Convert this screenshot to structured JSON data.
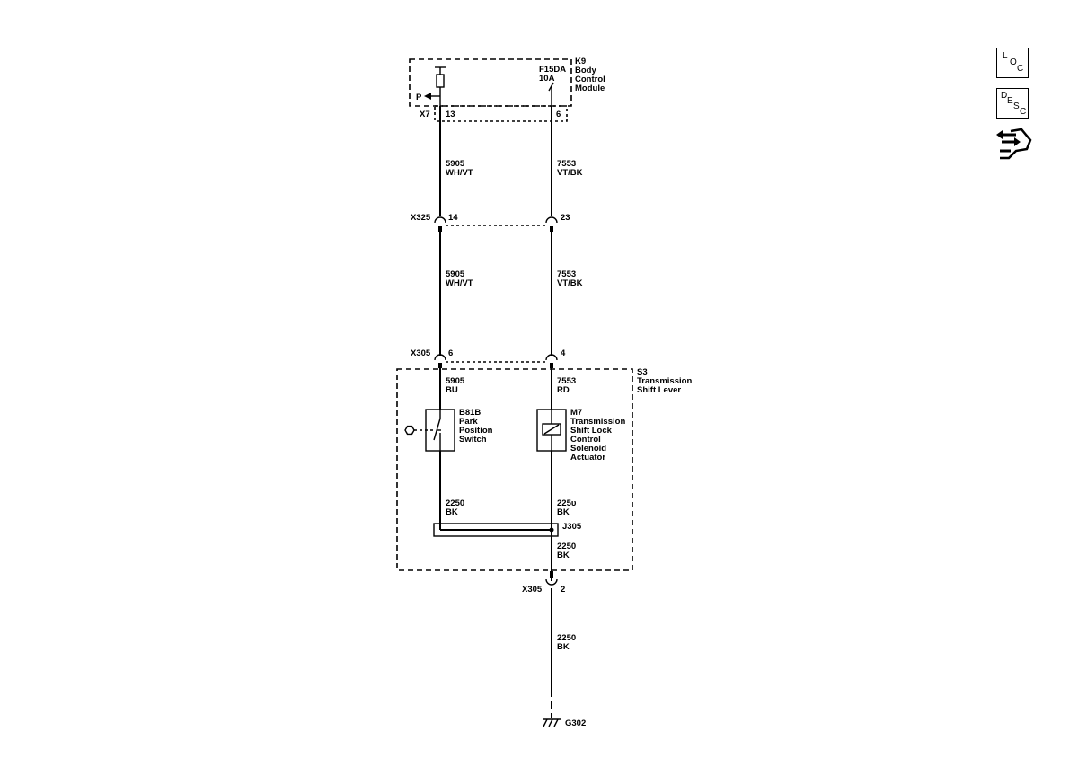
{
  "module": {
    "ref": "K9",
    "name_lines": [
      "Body",
      "Control",
      "Module"
    ],
    "fuse_ref": "F15DA",
    "fuse_rating": "10A",
    "input_label": "P",
    "connector": "X7",
    "pins": [
      "13",
      "6"
    ]
  },
  "segments": [
    {
      "left_circuit": "5905",
      "left_color": "WH/VT",
      "right_circuit": "7553",
      "right_color": "VT/BK"
    },
    {
      "left_circuit": "5905",
      "left_color": "WH/VT",
      "right_circuit": "7553",
      "right_color": "VT/BK"
    },
    {
      "left_circuit": "5905",
      "left_color": "BU",
      "right_circuit": "7553",
      "right_color": "RD"
    }
  ],
  "connectors": [
    {
      "ref": "X325",
      "left_pin": "14",
      "right_pin": "23"
    },
    {
      "ref": "X305",
      "left_pin": "6",
      "right_pin": "4"
    }
  ],
  "shift_lever": {
    "ref": "S3",
    "name_lines": [
      "Transmission",
      "Shift Lever"
    ],
    "switch_ref": "B81B",
    "switch_lines": [
      "Park",
      "Position",
      "Switch"
    ],
    "solenoid_ref": "M7",
    "solenoid_lines": [
      "Transmission",
      "Shift Lock",
      "Control",
      "Solenoid",
      "Actuator"
    ],
    "ground_left_circuit": "2250",
    "ground_left_color": "BK",
    "ground_right_circuit": "225υ",
    "ground_right_color": "BK",
    "splice_ref": "J305",
    "splice_out_circuit": "2250",
    "splice_out_color": "BK"
  },
  "bottom_connector": {
    "ref": "X305",
    "pin": "2"
  },
  "ground_wire": {
    "circuit": "2250",
    "color": "BK"
  },
  "ground": {
    "ref": "G302"
  },
  "nav": {
    "loc": [
      "L",
      "O",
      "C"
    ],
    "desc": [
      "D",
      "E",
      "S",
      "C"
    ],
    "related_icon": "connector-hand-icon"
  }
}
